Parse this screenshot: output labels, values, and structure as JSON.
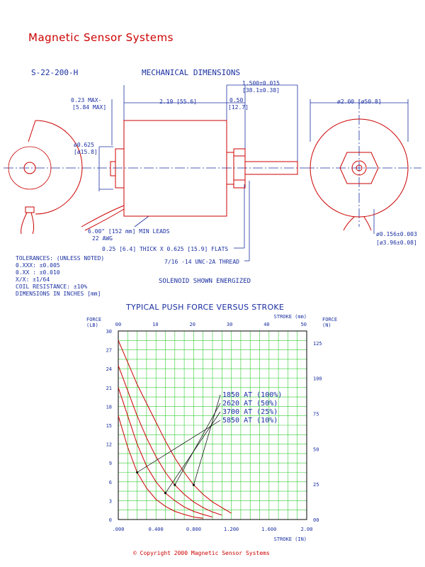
{
  "header": {
    "company": "Magnetic Sensor Systems",
    "part_number": "S-22-200-H",
    "section_title": "MECHANICAL DIMENSIONS"
  },
  "dims": {
    "d1": "0.23 MAX-",
    "d1mm": "[5.84 MAX]",
    "d2": "2.19 [55.6]",
    "d3": "0.50",
    "d3mm": "[12.7]",
    "d4": "1.500±0.015",
    "d4mm": "[38.1±0.38]",
    "d5": "ø2.00 [ø50.8]",
    "d6": "ø0.625",
    "d6mm": "[ø15.8]",
    "d7": "ø0.156±0.003",
    "d7mm": "[ø3.96±0.08]",
    "leads1": "6.00\" [152 mm] MIN LEADS",
    "leads2": "22 AWG",
    "flats": "0.25 [6.4] THICK X 0.625 [15.9] FLATS",
    "thread": "7/16 -14 UNC-2A THREAD"
  },
  "tolerances": {
    "l1": "TOLERANCES: (UNLESS NOTED)",
    "l2": "0.XXX: ±0.005",
    "l3": "0.XX : ±0.010",
    "l4": "X/X:  ±1/64",
    "l5": "COIL RESISTANCE:  ±10%",
    "l6": "DIMENSIONS IN INCHES [mm]"
  },
  "energized_note": "SOLENOID SHOWN ENERGIZED",
  "chart_data": {
    "type": "line",
    "title": "TYPICAL PUSH FORCE VERSUS STROKE",
    "xlabel": "STROKE (IN)",
    "xlabel_top": "STROKE (mm)",
    "ylabel_left": "FORCE (LB)",
    "ylabel_right": "FORCE (N)",
    "xlim": [
      0,
      2.0
    ],
    "ylim": [
      0,
      30
    ],
    "x_ticks": [
      ".000",
      "0.400",
      "0.800",
      "1.200",
      "1.600",
      "2.00"
    ],
    "x_top_ticks": [
      "00",
      "10",
      "20",
      "30",
      "40",
      "50"
    ],
    "y_ticks": [
      "0",
      "3",
      "6",
      "9",
      "12",
      "15",
      "18",
      "21",
      "24",
      "27",
      "30"
    ],
    "y_right_ticks": [
      "00",
      "25",
      "50",
      "75",
      "100",
      "125"
    ],
    "grid": true,
    "legend_position": "center-right",
    "series": [
      {
        "name": "1850  AT (100%)",
        "x": [
          0.0,
          0.1,
          0.2,
          0.3,
          0.4,
          0.5,
          0.6,
          0.7,
          0.8,
          0.9,
          1.0,
          1.1,
          1.2
        ],
        "y": [
          28.5,
          25.0,
          21.5,
          18.5,
          15.5,
          12.5,
          9.8,
          7.5,
          5.5,
          4.0,
          2.8,
          1.9,
          1.0
        ]
      },
      {
        "name": "2620  AT (50%)",
        "x": [
          0.0,
          0.1,
          0.2,
          0.3,
          0.4,
          0.5,
          0.6,
          0.7,
          0.8,
          0.9,
          1.0,
          1.1
        ],
        "y": [
          24.5,
          20.5,
          16.5,
          13.0,
          10.0,
          7.5,
          5.5,
          4.0,
          2.8,
          1.9,
          1.2,
          0.7
        ]
      },
      {
        "name": "3700  AT (25%)",
        "x": [
          0.0,
          0.1,
          0.2,
          0.3,
          0.4,
          0.5,
          0.6,
          0.7,
          0.8,
          0.9,
          1.0
        ],
        "y": [
          21.0,
          16.5,
          12.0,
          8.5,
          6.0,
          4.2,
          3.0,
          2.0,
          1.3,
          0.8,
          0.4
        ]
      },
      {
        "name": "5850  AT (10%)",
        "x": [
          0.0,
          0.1,
          0.2,
          0.3,
          0.4,
          0.5,
          0.6,
          0.7,
          0.8,
          0.9
        ],
        "y": [
          16.5,
          11.5,
          7.5,
          5.0,
          3.2,
          2.1,
          1.3,
          0.8,
          0.4,
          0.2
        ]
      }
    ],
    "colors": {
      "grid": "#33cc33",
      "curve": "#cc0000",
      "frame": "#000000"
    }
  },
  "copyright": "©  Copyright 2000 Magnetic Sensor Systems"
}
